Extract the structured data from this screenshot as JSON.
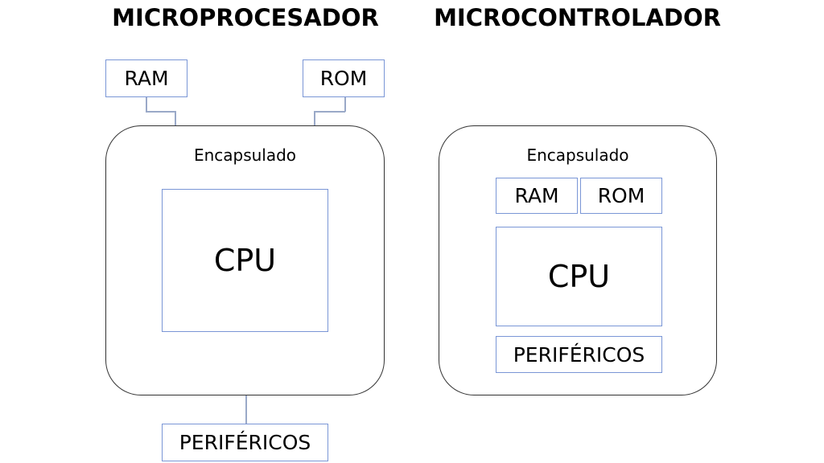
{
  "microprocesador": {
    "title": "MICROPROCESADOR",
    "ram": "RAM",
    "rom": "ROM",
    "package_label": "Encapsulado",
    "cpu": "CPU",
    "peripherals": "PERIFÉRICOS"
  },
  "microcontrolador": {
    "title": "MICROCONTROLADOR",
    "package_label": "Encapsulado",
    "ram": "RAM",
    "rom": "ROM",
    "cpu": "CPU",
    "peripherals": "PERIFÉRICOS"
  },
  "colors": {
    "box_border": "#7a96d6",
    "package_border": "#333333",
    "connector": "#9aa9c8"
  }
}
